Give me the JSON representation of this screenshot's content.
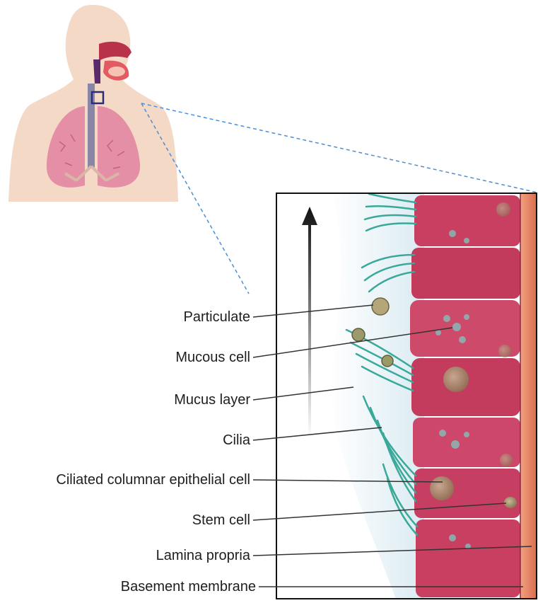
{
  "labels": [
    "Particulate",
    "Mucous cell",
    "Mucus layer",
    "Cilia",
    "Ciliated columnar epithelial cell",
    "Stem cell",
    "Lamina propria",
    "Basement membrane"
  ],
  "colors": {
    "skin": "#f3d9c6",
    "lung": "#e58fa6",
    "epithelium": "#c93f62",
    "cilia": "#3aa99a",
    "mucus": "#dfeef4",
    "lamina": "#e88a6a",
    "callout_dash": "#4a8fd6",
    "label_text": "#1e1e1e"
  }
}
